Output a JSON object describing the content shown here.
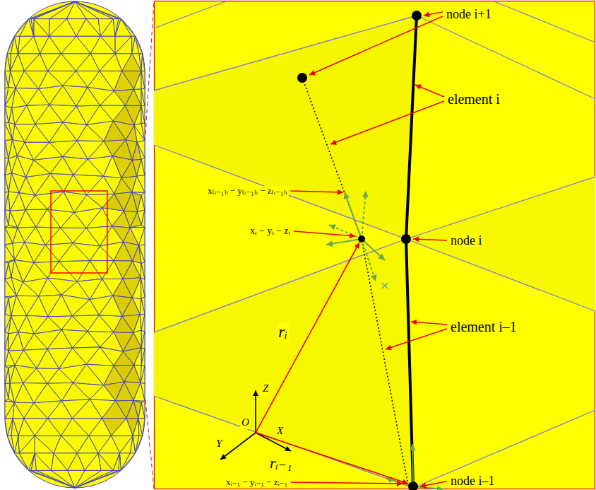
{
  "diagram": {
    "labels": [
      "node i+1",
      "element i",
      "x₍ᵢ₋₁₎ᵢ − y₍ᵢ₋₁₎ᵢ − z₍ᵢ₋₁₎ᵢ",
      "xᵢ − yᵢ − zᵢ",
      "node i",
      "rᵢ",
      "element i–1",
      "Z",
      "O",
      "X",
      "Y",
      "rᵢ₋₁",
      "xᵢ₋₁ − yᵢ₋₁ − zᵢ₋₁",
      "node i–1"
    ]
  }
}
